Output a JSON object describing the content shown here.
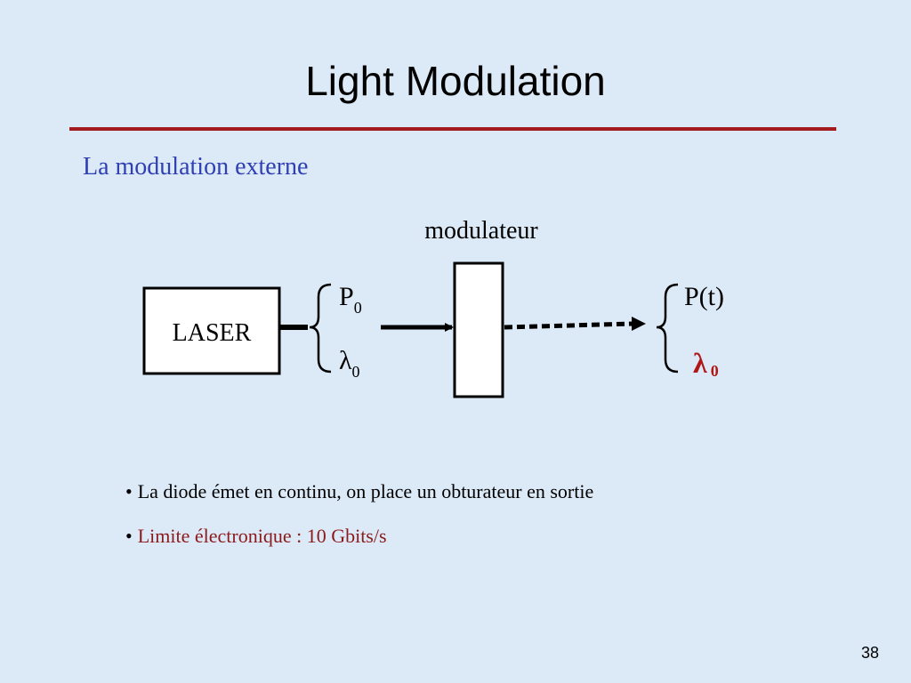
{
  "slide": {
    "title": "Light Modulation",
    "subtitle": "La modulation externe",
    "page_number": "38"
  },
  "diagram": {
    "modulator_label": "modulateur",
    "laser_label": "LASER",
    "input": {
      "power": "P",
      "power_sub": "0",
      "wavelength": "λ",
      "wavelength_sub": "0"
    },
    "output": {
      "power": "P(t)",
      "wavelength": "λ",
      "wavelength_sub": "0"
    }
  },
  "bullets": [
    {
      "text": "La diode émet en continu, on place un obturateur en sortie",
      "color": "#000000"
    },
    {
      "text": "Limite électronique : 10 Gbits/s",
      "color": "#8b1a1a"
    }
  ],
  "colors": {
    "background": "#dce9f7",
    "accent_rule": "#a31a1f",
    "subtitle": "#2f3fb4",
    "highlight": "#b01818"
  }
}
